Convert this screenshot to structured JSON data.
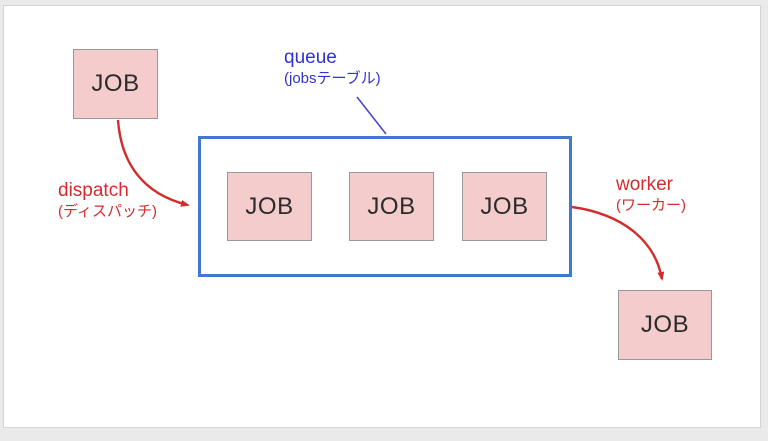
{
  "diagram": {
    "source_job": {
      "label": "JOB"
    },
    "queue": {
      "label": "queue",
      "sublabel": "(jobsテーブル)",
      "items": [
        {
          "label": "JOB"
        },
        {
          "label": "JOB"
        },
        {
          "label": "JOB"
        }
      ]
    },
    "dispatch": {
      "label": "dispatch",
      "sublabel": "(ディスパッチ)"
    },
    "worker": {
      "label": "worker",
      "sublabel": "(ワーカー)"
    },
    "result_job": {
      "label": "JOB"
    }
  },
  "colors": {
    "job-fill": "#f4cccc",
    "job-border": "#999999",
    "job-text": "#2b2b2b",
    "queue-border": "#4179d0",
    "label-blue": "#3232cf",
    "callout-line": "#4a4ac0",
    "arrow-red": "#d22d2d",
    "canvas-bg": "#ffffff",
    "frame-bg": "#eaeaea"
  }
}
